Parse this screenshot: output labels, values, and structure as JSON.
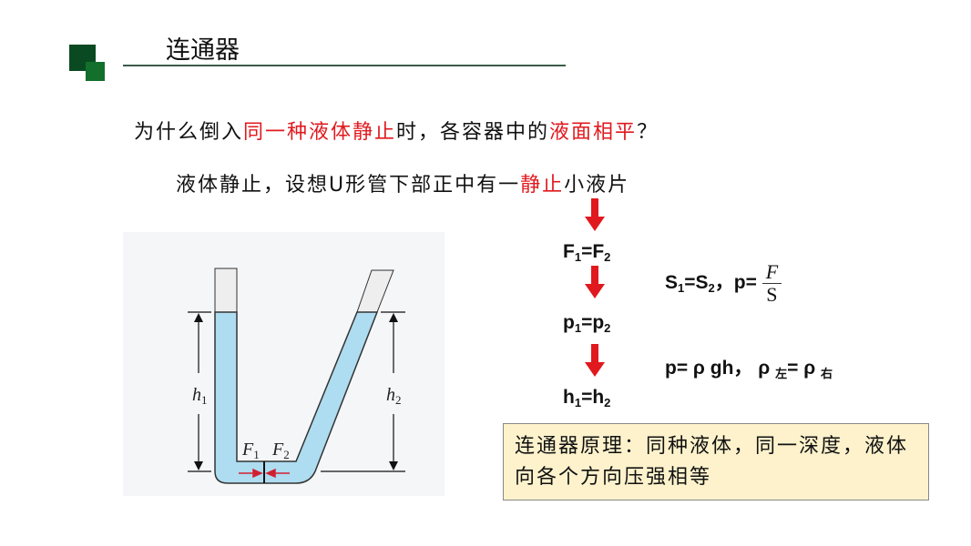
{
  "title": "连通器",
  "question": {
    "p1": "为什么倒入",
    "r1": "同一种液体静止",
    "p2": "时，各容器中的",
    "r2": "液面相平",
    "p3": "？"
  },
  "line2": {
    "p1": "液体静止，设想U形管下部正中有一",
    "r1": "静止",
    "p2": "小液片"
  },
  "chain": {
    "f": {
      "a": "F",
      "s1": "1",
      "eq": "=F",
      "s2": "2"
    },
    "p": {
      "a": "p",
      "s1": "1",
      "eq": "=p",
      "s2": "2"
    },
    "h": {
      "a": "h",
      "s1": "1",
      "eq": "=h",
      "s2": "2"
    }
  },
  "note1": {
    "a": "S",
    "s1": "1",
    "eq": "=S",
    "s2": "2",
    "tail": "，p= ",
    "num": "F",
    "den": "S"
  },
  "note2": {
    "a": "p= ρ gh，  ρ ",
    "s1": "左",
    "eq": "= ρ ",
    "s2": "右"
  },
  "diagram": {
    "h1": "h",
    "h1s": "1",
    "h2": "h",
    "h2s": "2",
    "f1": "F",
    "f1s": "1",
    "f2": "F",
    "f2s": "2"
  },
  "principle": "连通器原理：同种液体，同一深度，液体向各个方向压强相等",
  "colors": {
    "red": "#e0191e",
    "water": "#aedcf0",
    "green": "#0a4a22"
  }
}
